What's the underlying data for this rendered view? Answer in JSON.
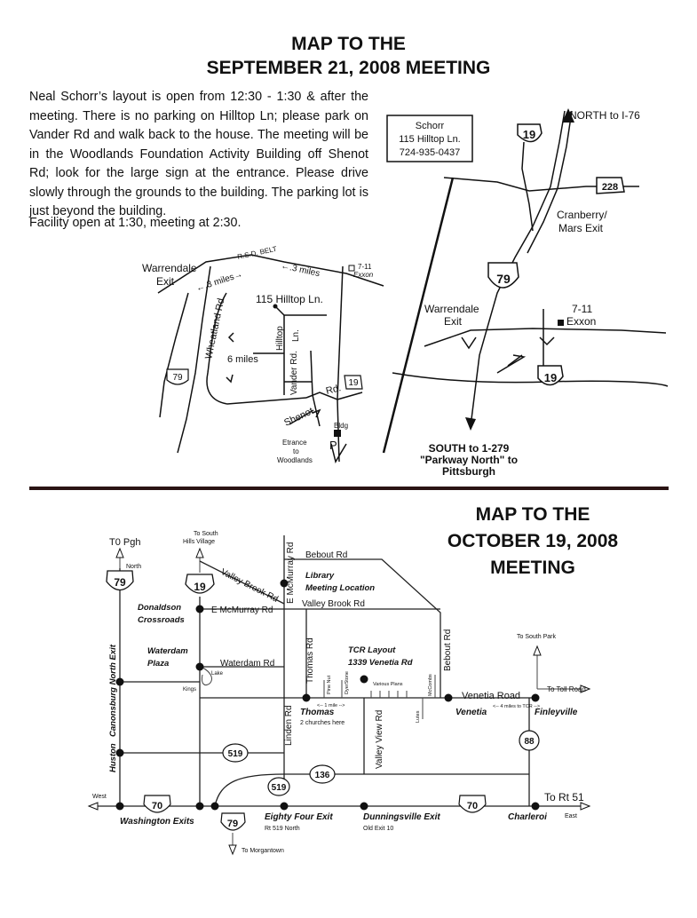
{
  "header": {
    "title_line1": "MAP TO THE",
    "title_line2": "SEPTEMBER 21, 2008 MEETING"
  },
  "intro": {
    "paragraph": "Neal Schorr’s layout is open from 12:30 - 1:30 & after the meeting.  There is no parking on Hilltop Ln; please park on Vander Rd and walk back to the house.  The meeting will be in the Woodlands Foundation Activity Building off Shenot Rd; look for the large sign at the entrance.  Please drive slowly through the grounds to the building. The parking lot is just beyond the building.",
    "facility": "Facility open at 1:30, meeting at 2:30."
  },
  "map1_local": {
    "warrendale_exit": [
      "Warrendale",
      "Exit"
    ],
    "rsd_belt": "R.S.D. BELT",
    "three_miles_left": "←.3 miles→",
    "three_miles_right": "←.3 miles",
    "seven_eleven": [
      "7-11",
      "Exxon"
    ],
    "hilltop_address": "115 Hilltop Ln.",
    "wheatland": "Wheatland Rd.",
    "six_miles": "6 miles",
    "hilltop_road": [
      "Hilltop",
      "Ln."
    ],
    "vander": "Vander Rd.",
    "shenot": "Shenot",
    "rd": "Rd.",
    "route79": "79",
    "route19": "19",
    "entrance": [
      "Etrance",
      "to",
      "Woodlands"
    ],
    "bldg": "Bldg",
    "parking": "P"
  },
  "map1_highway": {
    "schorr_box": [
      "Schorr",
      "115 Hilltop Ln.",
      "724-935-0437"
    ],
    "north": "NORTH to I-76",
    "route19": "19",
    "route228": "228",
    "route79": "79",
    "cranberry": [
      "Cranberry/",
      "Mars Exit"
    ],
    "warrendale": [
      "Warrendale",
      "Exit"
    ],
    "seven_eleven": [
      "7-11",
      "Exxon"
    ],
    "south": [
      "SOUTH to 1-279",
      "\"Parkway North\" to",
      "Pittsburgh"
    ]
  },
  "header2": {
    "title_line1": "MAP TO THE",
    "title_line2": "OCTOBER 19, 2008",
    "title_line3": "MEETING"
  },
  "map2": {
    "to_pgh": "T0 Pgh",
    "north": "North",
    "route79": "79",
    "route19": "19",
    "route519": "519",
    "route136": "136",
    "route70": "70",
    "route88": "88",
    "to_south_hills": [
      "To South",
      "Hills Village"
    ],
    "e_mcmurray_vert": "E McMurray Rd",
    "bebout_top": "Bebout Rd",
    "library": [
      "Library",
      "Meeting Location"
    ],
    "valley_brook_diag": "Valley Brook Rd",
    "valley_brook": "Valley Brook Rd",
    "donaldson": [
      "Donaldson",
      "Crossroads"
    ],
    "e_mcmurray": "E McMurray Rd",
    "waterdam_plaza": [
      "Waterdam",
      "Plaza"
    ],
    "waterdam_rd": "Waterdam Rd",
    "lake": "Lake",
    "kings": "Kings",
    "canonsburg": "Canonsburg North Exit",
    "thomas_rd": "Thomas Rd",
    "tcr_layout": [
      "TCR Layout",
      "1339 Venetia Rd"
    ],
    "pine_nut": "Pine Nut",
    "dyerstone": "DyerStone",
    "various_plans": "Various Plans",
    "mccombs": "McCombs",
    "bebout_rd": "Bebout Rd",
    "lutes": "Lutes",
    "one_mile": "<-- 1 mile -->",
    "thomas": "Thomas",
    "churches": "2 churches here",
    "valley_view": "Valley View Rd",
    "linden": "Linden Rd",
    "venetia_road": "Venetia Road",
    "venetia": "Venetia",
    "four_miles": "<-- 4 miles to TCR -->",
    "to_south_park": "To South Park",
    "to_toll_road": "To Toll Road",
    "finleyville": "Finleyville",
    "huston": "Huston",
    "west": "West",
    "washington_exits": "Washington Exits",
    "eighty_four": "Eighty Four Exit",
    "rt519_north": "Rt 519 North",
    "dunningsville": "Dunningsville Exit",
    "old_exit": "Old Exit 10",
    "charleroi": "Charleroi",
    "to_rt51": "To Rt 51",
    "east": "East",
    "to_morgantown": "To Morgantown"
  }
}
